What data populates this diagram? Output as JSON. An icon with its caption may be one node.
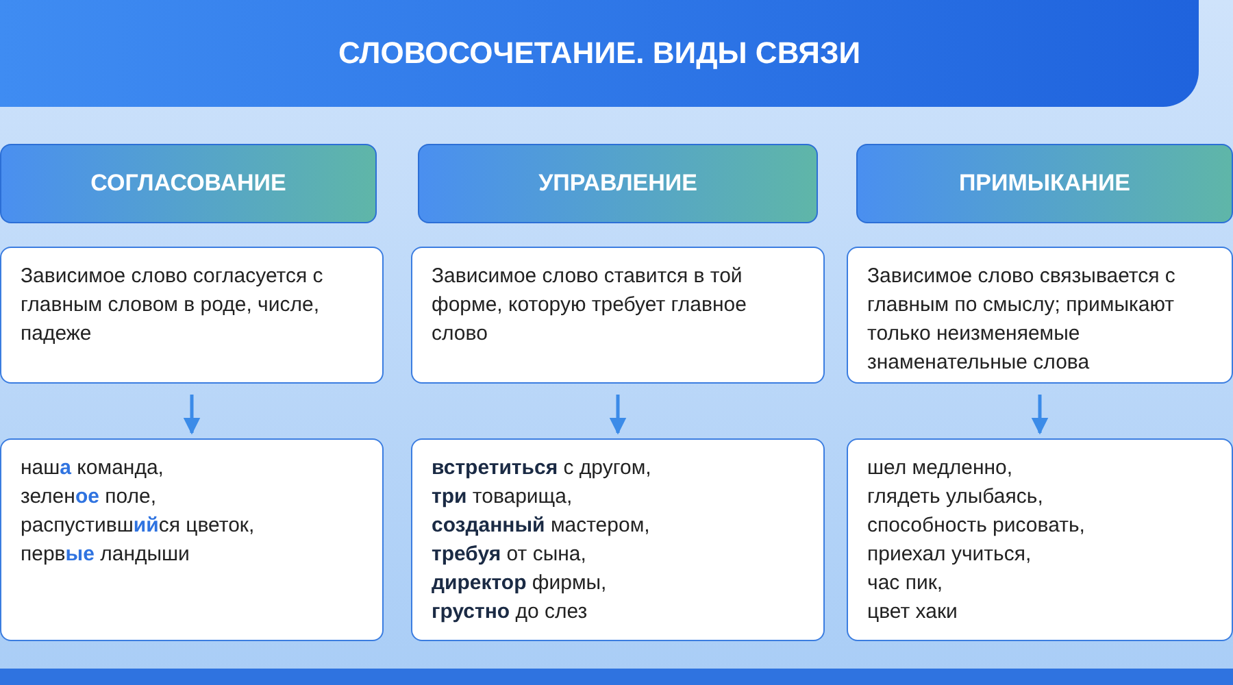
{
  "diagram": {
    "title": "СЛОВОСОЧЕТАНИЕ. ВИДЫ СВЯЗИ",
    "nodes": [
      {
        "text": [
          "СОГЛАСОВАНИЕ"
        ]
      },
      {
        "text": [
          "УПРАВЛЕНИЕ"
        ]
      },
      {
        "text": [
          "ПРИМЫКАНИЕ"
        ]
      },
      {
        "text": [
          "Зависимое слово согласуется с главным словом в роде, числе, падеже"
        ]
      },
      {
        "text": [
          "Зависимое слово ставится в той форме, которую требует главное слово"
        ]
      },
      {
        "text": [
          "Зависимое слово связывается с главным по смыслу; примыкают только неизменяемые знаменательные слова"
        ]
      },
      {
        "text": [
          "наш**а** команда,",
          "зелен**ое** поле,",
          "распустивш**ий**ся цветок,",
          "перв**ые** ландыши"
        ]
      },
      {
        "text": [
          "**встретиться** с другом,",
          "**три** товарища,",
          "**созданный** мастером,",
          "**требуя** от сына,",
          "**директор** фирмы,",
          "**грустно** до слез"
        ]
      },
      {
        "text": [
          "шел медленно,",
          "глядеть улыбаясь,",
          "способность рисовать,",
          "приехал учиться,",
          "час пик,",
          "цвет хаки"
        ]
      }
    ],
    "edges": [
      {
        "from": 3,
        "to": 6,
        "arrow": "to"
      },
      {
        "from": 4,
        "to": 7,
        "arrow": "to"
      },
      {
        "from": 5,
        "to": 8,
        "arrow": "to"
      }
    ]
  }
}
